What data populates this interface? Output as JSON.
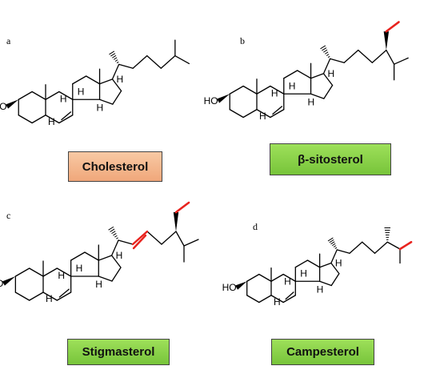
{
  "panels": [
    {
      "letter": "a",
      "compound": "Cholesterol",
      "labels": {
        "ho": "HO",
        "h": "H"
      },
      "box_color": "#f4b48a"
    },
    {
      "letter": "b",
      "compound": "β-sitosterol",
      "labels": {
        "ho": "HO",
        "h": "H"
      },
      "box_color": "#8fd64a"
    },
    {
      "letter": "c",
      "compound": "Stigmasterol",
      "labels": {
        "ho": "HO",
        "h": "H"
      },
      "box_color": "#8fd64a"
    },
    {
      "letter": "d",
      "compound": "Campesterol",
      "labels": {
        "ho": "HO",
        "h": "H"
      },
      "box_color": "#8fd64a"
    }
  ],
  "highlight_color": "#e8231e"
}
